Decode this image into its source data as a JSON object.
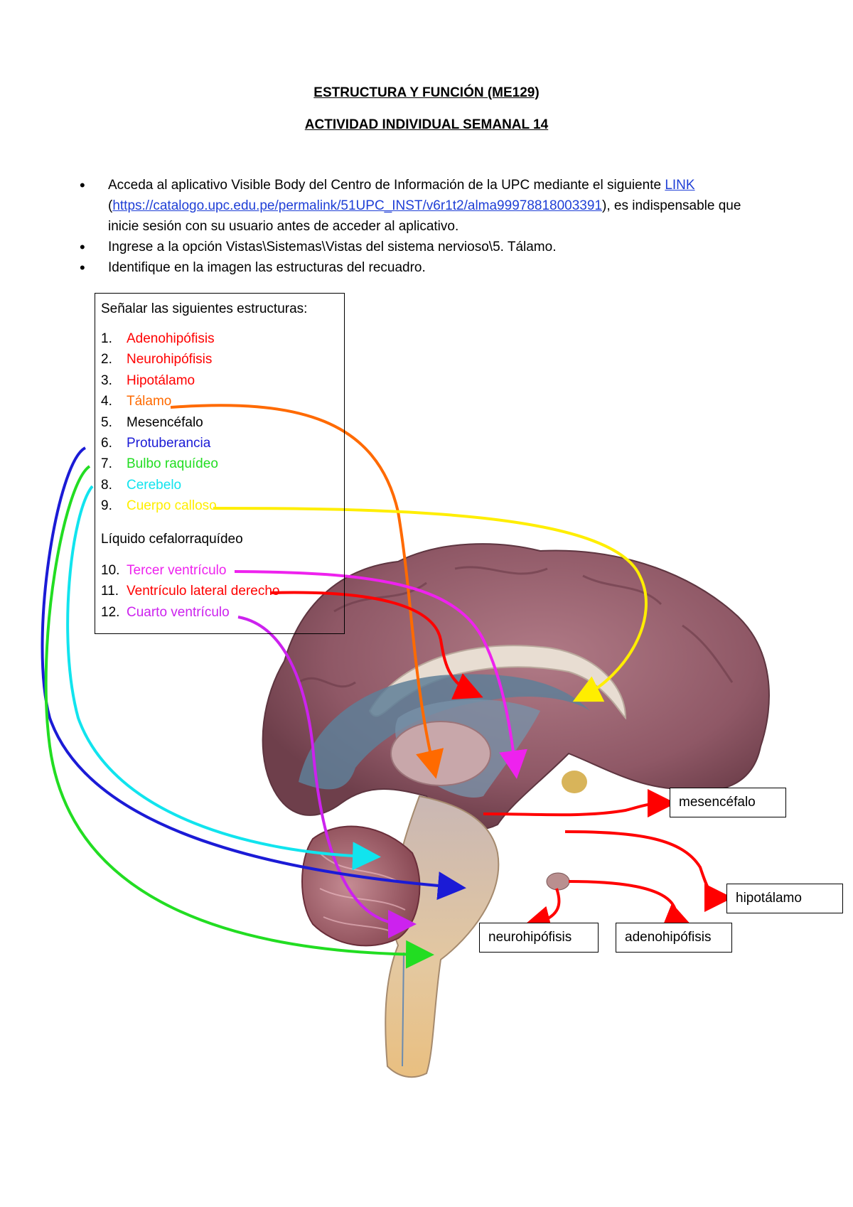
{
  "header": {
    "title": "ESTRUCTURA Y FUNCIÓN (ME129)",
    "subtitle": "ACTIVIDAD INDIVIDUAL SEMANAL 14"
  },
  "instructions": {
    "b1_text_a": "Acceda al aplicativo Visible Body del Centro de Información de la UPC mediante el siguiente ",
    "b1_link": "LINK",
    "b1_paren_open": "(",
    "b1_url": "https://catalogo.upc.edu.pe/permalink/51UPC_INST/v6r1t2/alma99978818003391",
    "b1_text_b": "), es indispensable que inicie sesión con su usuario antes de acceder al aplicativo.",
    "b2": "Ingrese a la opción Vistas\\Sistemas\\Vistas del sistema nervioso\\5. Tálamo.",
    "b3": "Identifique en la imagen las estructuras del recuadro."
  },
  "structures_box": {
    "heading": "Señalar las siguientes estructuras:",
    "items": [
      {
        "num": "1.",
        "label": "Adenohipófisis",
        "color": "#ff0000"
      },
      {
        "num": "2.",
        "label": "Neurohipófisis",
        "color": "#ff0000"
      },
      {
        "num": "3.",
        "label": "Hipotálamo",
        "color": "#ff0000"
      },
      {
        "num": "4.",
        "label": "Tálamo",
        "color": "#ff6a00"
      },
      {
        "num": "5.",
        "label": "Mesencéfalo",
        "color": "#000000"
      },
      {
        "num": "6.",
        "label": "Protuberancia",
        "color": "#1b1bd6"
      },
      {
        "num": "7.",
        "label": "Bulbo raquídeo",
        "color": "#22dd22"
      },
      {
        "num": "8.",
        "label": "Cerebelo",
        "color": "#11e4ee"
      },
      {
        "num": "9.",
        "label": "Cuerpo calloso",
        "color": "#ffee00"
      }
    ],
    "liquid_heading": "Líquido cefalorraquídeo",
    "liquid_items": [
      {
        "num": "10.",
        "label": "Tercer ventrículo",
        "color": "#ee22ee"
      },
      {
        "num": "11.",
        "label": "Ventrículo lateral derecho",
        "color": "#ff0000"
      },
      {
        "num": "12.",
        "label": "Cuarto ventrículo",
        "color": "#cc22ee"
      }
    ]
  },
  "answer_labels": {
    "mesencefalo": "mesencéfalo",
    "hipotalamo": "hipotálamo",
    "neurohipofisis": "neurohipófisis",
    "adenohipofisis": "adenohipófisis"
  }
}
